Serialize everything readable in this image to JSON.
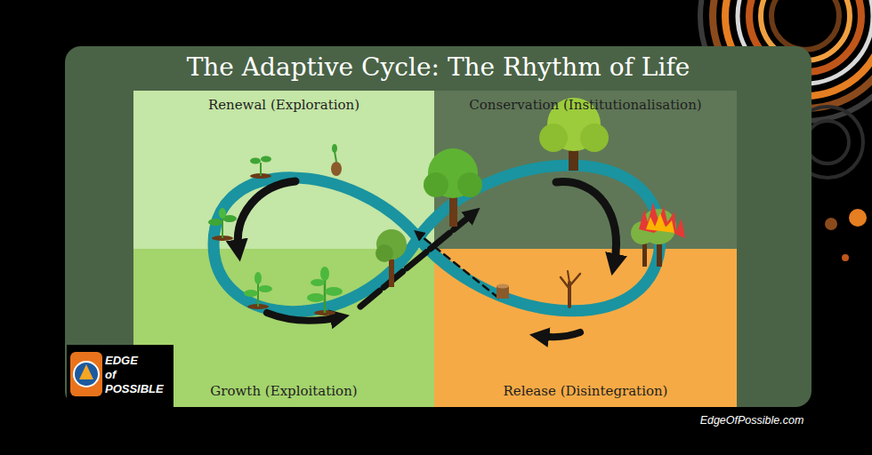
{
  "diagram": {
    "title": "The Adaptive Cycle: The Rhythm of Life",
    "nodes": [
      {
        "text": [
          "Renewal (Exploration)"
        ]
      },
      {
        "text": [
          "Conservation (Institutionalisation)"
        ]
      },
      {
        "text": [
          "Growth (Exploitation)"
        ]
      },
      {
        "text": [
          "Release (Disintegration)"
        ]
      }
    ],
    "labels": [
      "EDGE of POSSIBLE",
      "EdgeOfPossible.com"
    ]
  }
}
